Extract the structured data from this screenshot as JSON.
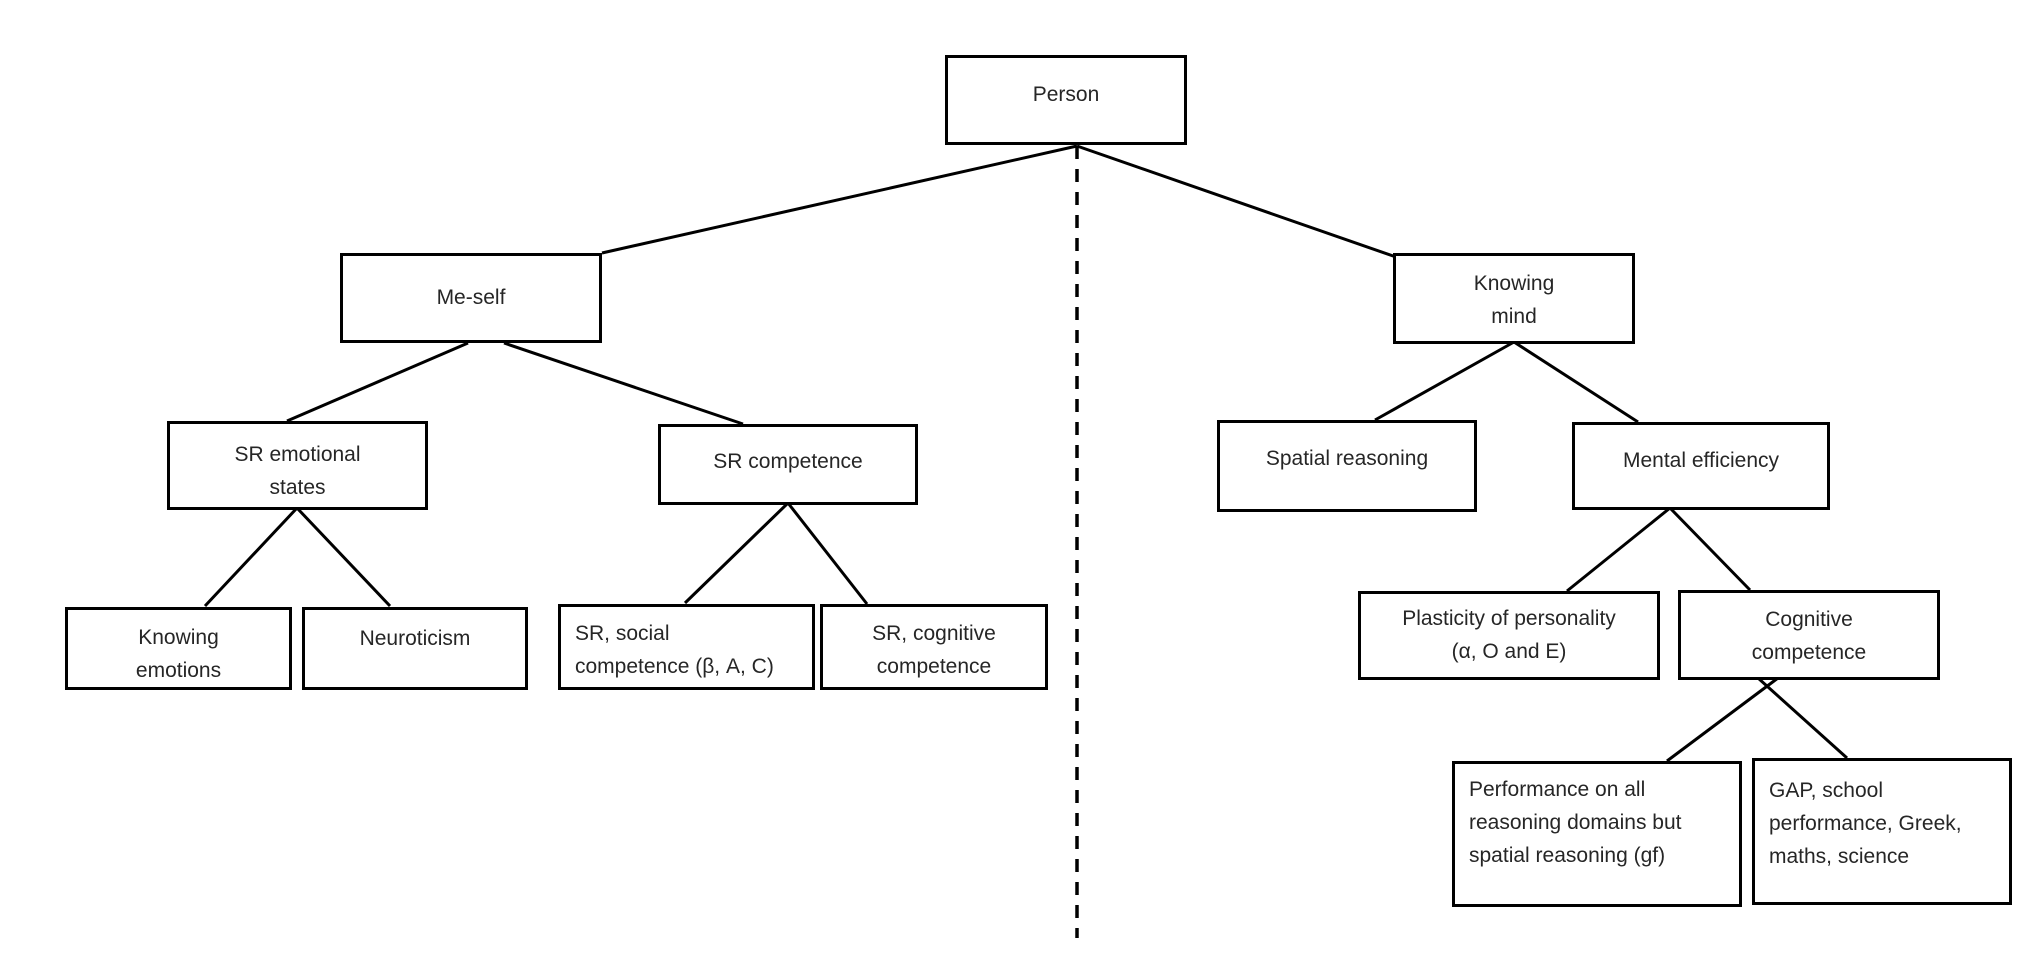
{
  "diagram": {
    "type": "tree",
    "background_color": "#ffffff",
    "box_border_color": "#000000",
    "line_color": "#000000",
    "text_color": "#262626",
    "divider": {
      "orientation": "vertical",
      "style": "dashed",
      "separates": [
        "Me-self branch",
        "Knowing mind branch"
      ]
    },
    "nodes": {
      "person": {
        "label": "Person"
      },
      "me_self": {
        "label": "Me-self"
      },
      "knowing_mind": {
        "label": "Knowing\nmind"
      },
      "sr_emotional": {
        "label": "SR emotional\nstates"
      },
      "sr_competence": {
        "label": "SR competence"
      },
      "spatial_reasoning": {
        "label": "Spatial reasoning"
      },
      "mental_efficiency": {
        "label": "Mental efficiency"
      },
      "knowing_emotions": {
        "label": "Knowing\nemotions"
      },
      "neuroticism": {
        "label": "Neuroticism"
      },
      "sr_social": {
        "label": "SR, social\ncompetence (β, A, C)"
      },
      "sr_cognitive": {
        "label": "SR, cognitive\ncompetence"
      },
      "plasticity": {
        "label": "Plasticity of personality\n(α, O and E)"
      },
      "cognitive_comp": {
        "label": "Cognitive\ncompetence"
      },
      "performance": {
        "label": "Performance on all\nreasoning domains but\nspatial reasoning (gf)"
      },
      "gap": {
        "label": "GAP, school\nperformance, Greek,\nmaths, science"
      }
    },
    "edges": [
      [
        "person",
        "me_self"
      ],
      [
        "person",
        "knowing_mind"
      ],
      [
        "me_self",
        "sr_emotional"
      ],
      [
        "me_self",
        "sr_competence"
      ],
      [
        "sr_emotional",
        "knowing_emotions"
      ],
      [
        "sr_emotional",
        "neuroticism"
      ],
      [
        "sr_competence",
        "sr_social"
      ],
      [
        "sr_competence",
        "sr_cognitive"
      ],
      [
        "knowing_mind",
        "spatial_reasoning"
      ],
      [
        "knowing_mind",
        "mental_efficiency"
      ],
      [
        "mental_efficiency",
        "plasticity"
      ],
      [
        "mental_efficiency",
        "cognitive_comp"
      ],
      [
        "cognitive_comp",
        "performance"
      ],
      [
        "cognitive_comp",
        "gap"
      ]
    ]
  }
}
